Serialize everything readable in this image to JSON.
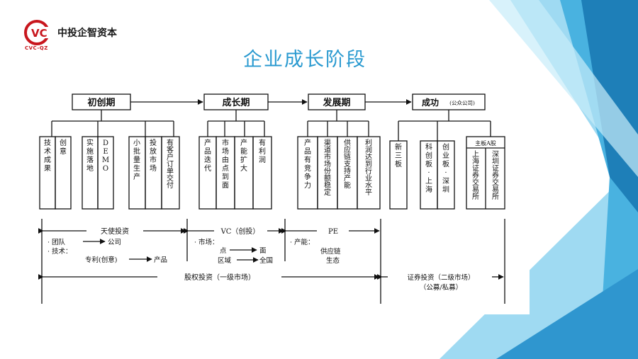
{
  "logo": {
    "mark": "VC",
    "sub": "CVC-QZ",
    "name": "中投企智资本"
  },
  "title": "企业成长阶段",
  "stages": [
    {
      "label": "初创期",
      "items": [
        "技术成果",
        "创意",
        "实施落地",
        "DEMO",
        "小批量生产",
        "投放市场",
        "有客户订单交付"
      ]
    },
    {
      "label": "成长期",
      "items": [
        "产品迭代",
        "市场由点到面",
        "产能扩大",
        "有利润"
      ]
    },
    {
      "label": "发展期",
      "items": [
        "产品有竞争力",
        "渠道市场份额稳定",
        "供应链支持产能",
        "利润达到行业水平"
      ]
    },
    {
      "label": "成功",
      "label_small": "(公众公司)",
      "items": [
        "新三板",
        "科创板·上海",
        "创业板·深圳",
        "上海证券交易所",
        "深圳证券交易所"
      ],
      "group_label": "主板A股"
    }
  ],
  "investment": {
    "angel": {
      "label": "天使投资",
      "lines": [
        "· 团队",
        "公司",
        "· 技术：",
        "专利(创意)",
        "产品"
      ]
    },
    "vc": {
      "label": "VC（创投）",
      "lines": [
        "· 市场：",
        "点",
        "面",
        "区域",
        "全国"
      ]
    },
    "pe": {
      "label": "PE",
      "lines": [
        "· 产能：",
        "供应链",
        "生态"
      ]
    },
    "equity": "股权投资（一级市场）",
    "securities": {
      "label": "证券投资（二级市场）",
      "sub": "（公募/私募）"
    }
  },
  "colors": {
    "title": "#2a9ad0",
    "logo_red": "#c8161d",
    "deco_dark": "#1e7fb8",
    "deco_mid": "#3aa8dc",
    "deco_light": "#8fd3f0"
  }
}
